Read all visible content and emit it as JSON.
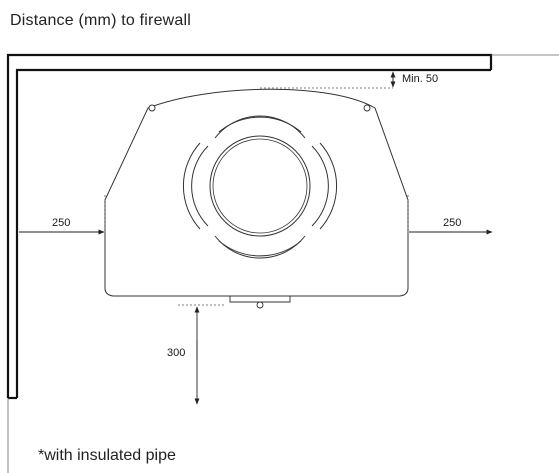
{
  "title": "Distance (mm) to firewall",
  "footnote": "*with insulated pipe",
  "dimensions": {
    "top": "Min. 50",
    "left": "250",
    "right": "250",
    "front": "300"
  },
  "colors": {
    "wall": "#111111",
    "line": "#333333",
    "dashed": "#555555"
  }
}
